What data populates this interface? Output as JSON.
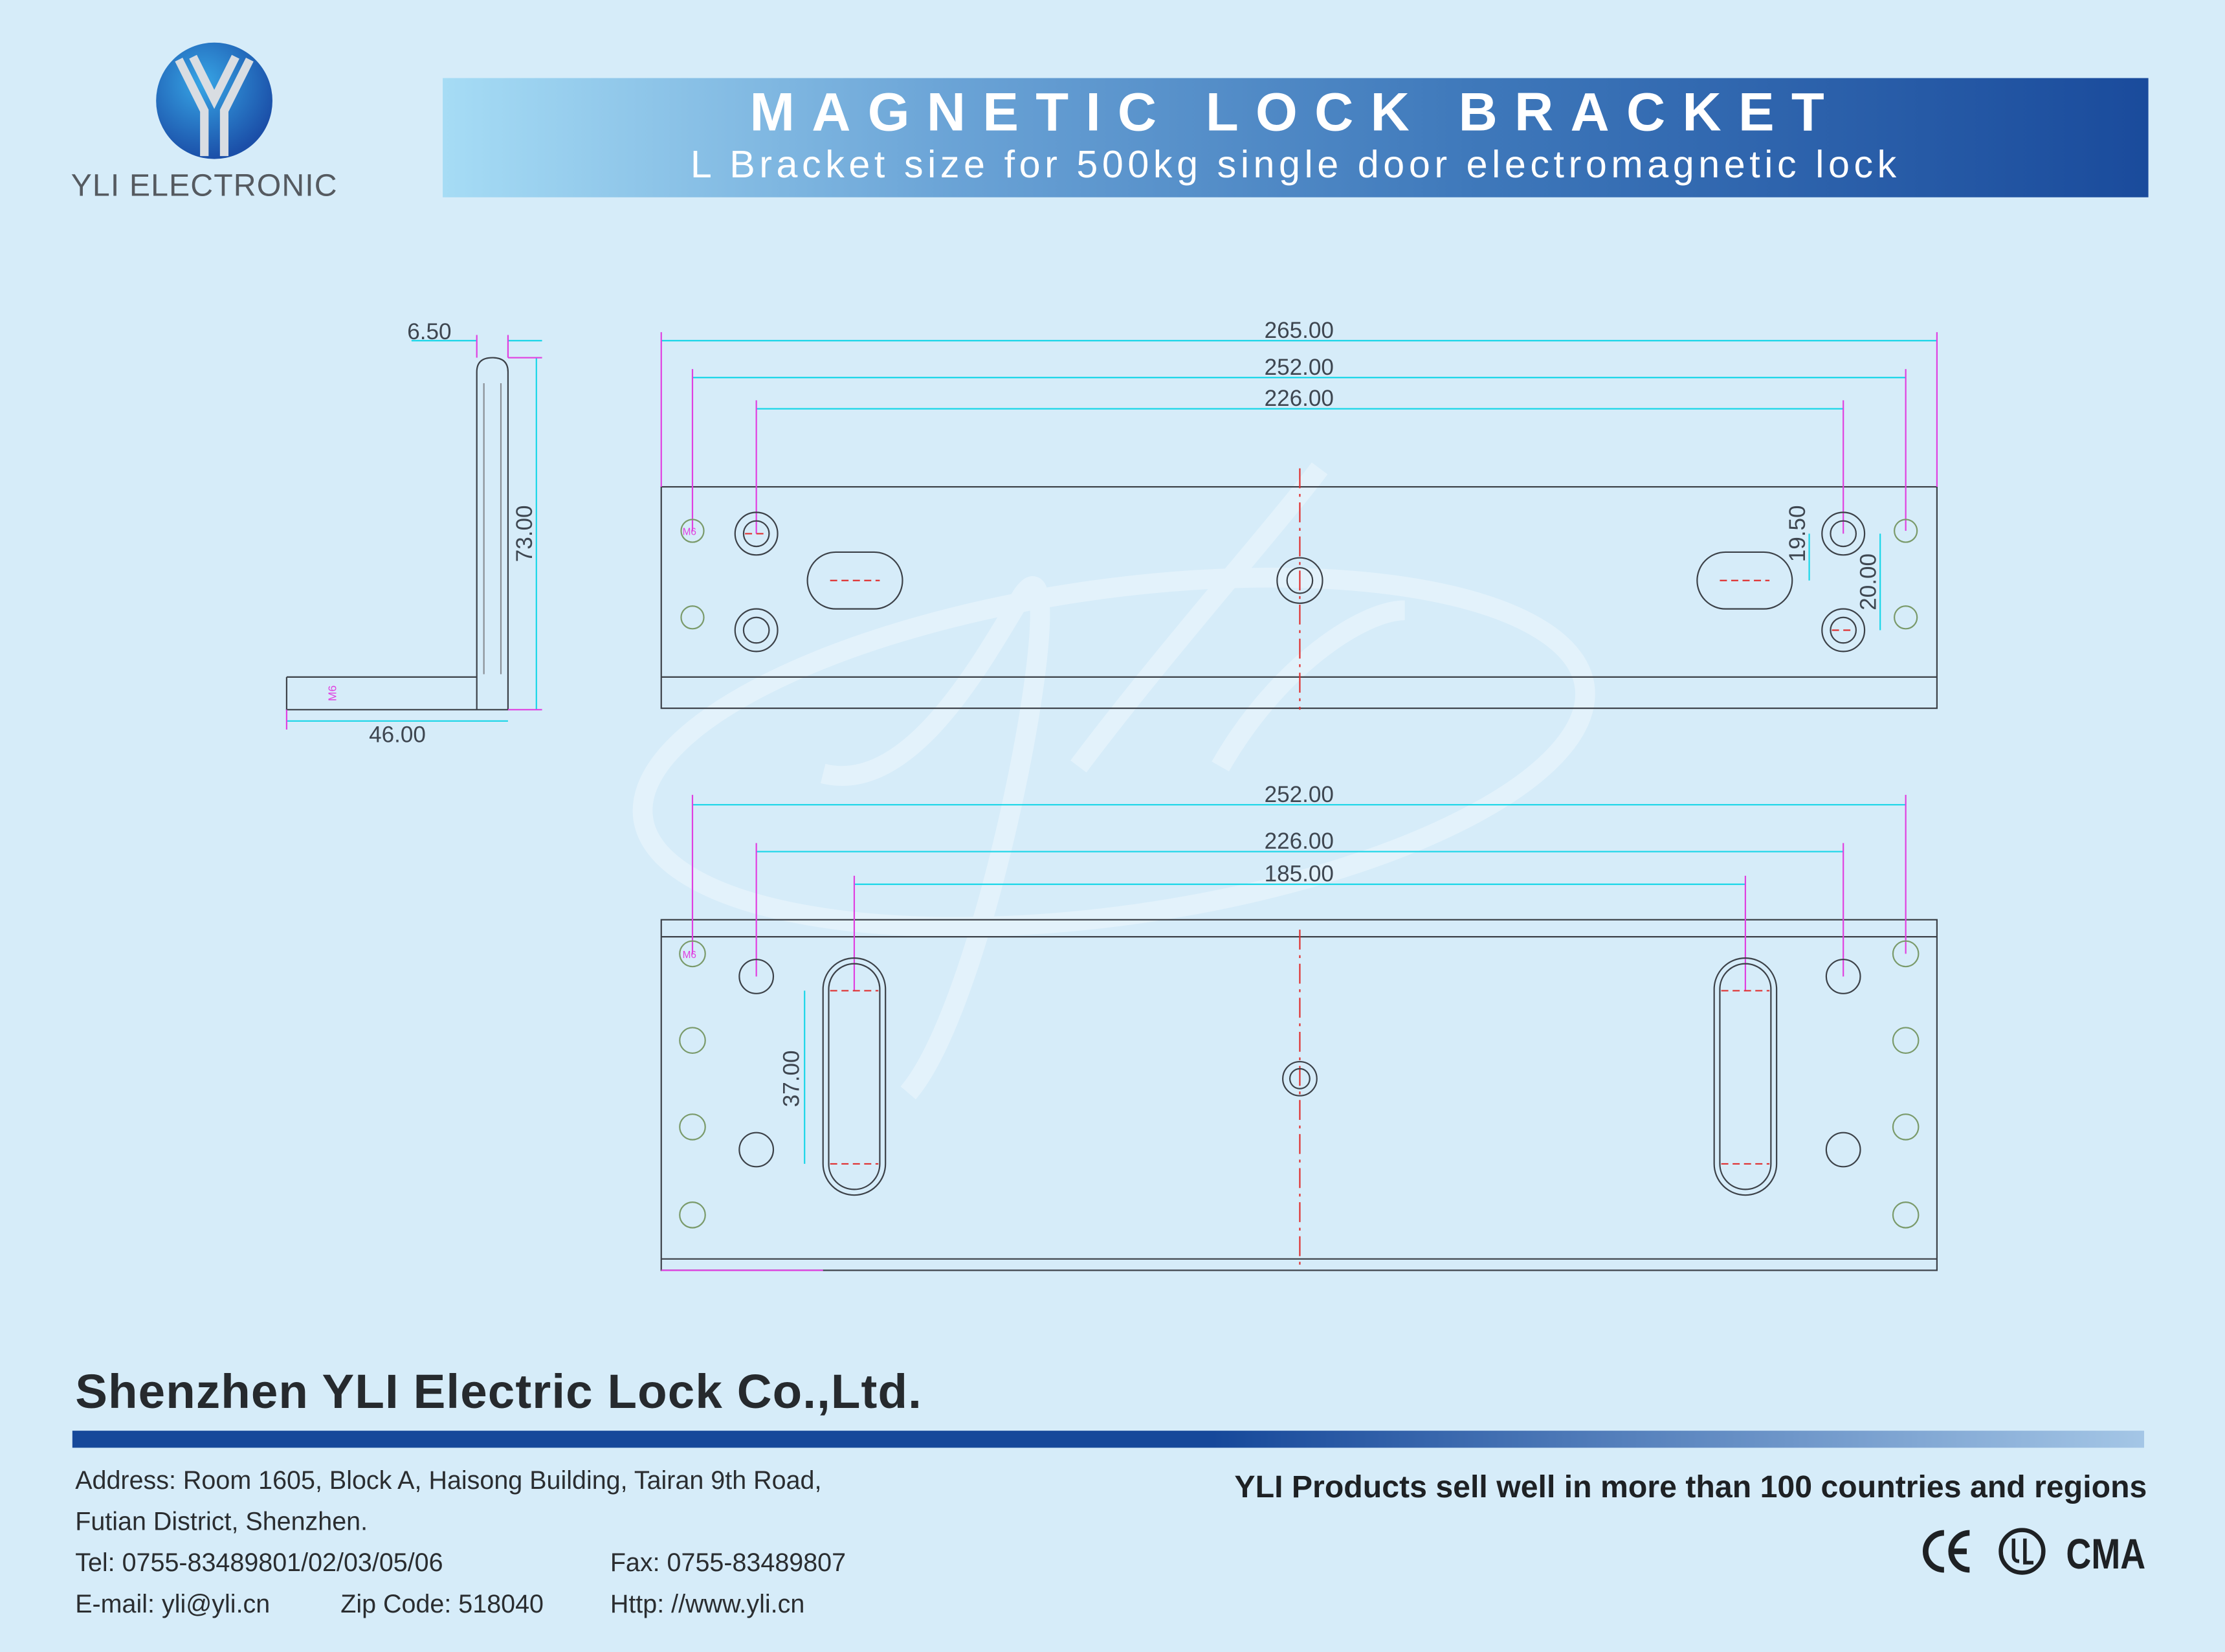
{
  "logo": {
    "text": "YLI ELECTRONIC"
  },
  "banner": {
    "title": "MAGNETIC LOCK BRACKET",
    "subtitle": "L Bracket size for 500kg single door electromagnetic lock"
  },
  "side_view": {
    "dim_thickness": "6.50",
    "dim_height": "73.00",
    "dim_width": "46.00",
    "hole_label": "M6"
  },
  "top_view": {
    "dim_overall": "265.00",
    "dim_outer_holes": "252.00",
    "dim_inner_holes": "226.00",
    "dim_hole_offset": "19.50",
    "dim_hole_spacing": "20.00",
    "hole_label": "M6"
  },
  "bottom_view": {
    "dim_outer_holes": "252.00",
    "dim_inner_holes": "226.00",
    "dim_slots": "185.00",
    "dim_slot_length": "37.00",
    "hole_label": "M6"
  },
  "footer": {
    "company": "Shenzhen YLI Electric Lock Co.,Ltd.",
    "address_line1": "Address: Room 1605, Block A, Haisong Building, Tairan 9th Road,",
    "address_line2": "Futian District, Shenzhen.",
    "tel": "Tel: 0755-83489801/02/03/05/06",
    "fax": "Fax: 0755-83489807",
    "email": "E-mail: yli@yli.cn",
    "zip": "Zip Code: 518040",
    "web": "Http: //www.yli.cn",
    "slogan": "YLI Products sell well in more than 100 countries and regions",
    "certifications": [
      "CE",
      "UL",
      "CMA"
    ]
  },
  "colors": {
    "background": "#d6ecf9",
    "brand_blue": "#16489a",
    "dimension": "#19d6e8",
    "extension": "#e040e0",
    "centerline": "#e03030"
  }
}
